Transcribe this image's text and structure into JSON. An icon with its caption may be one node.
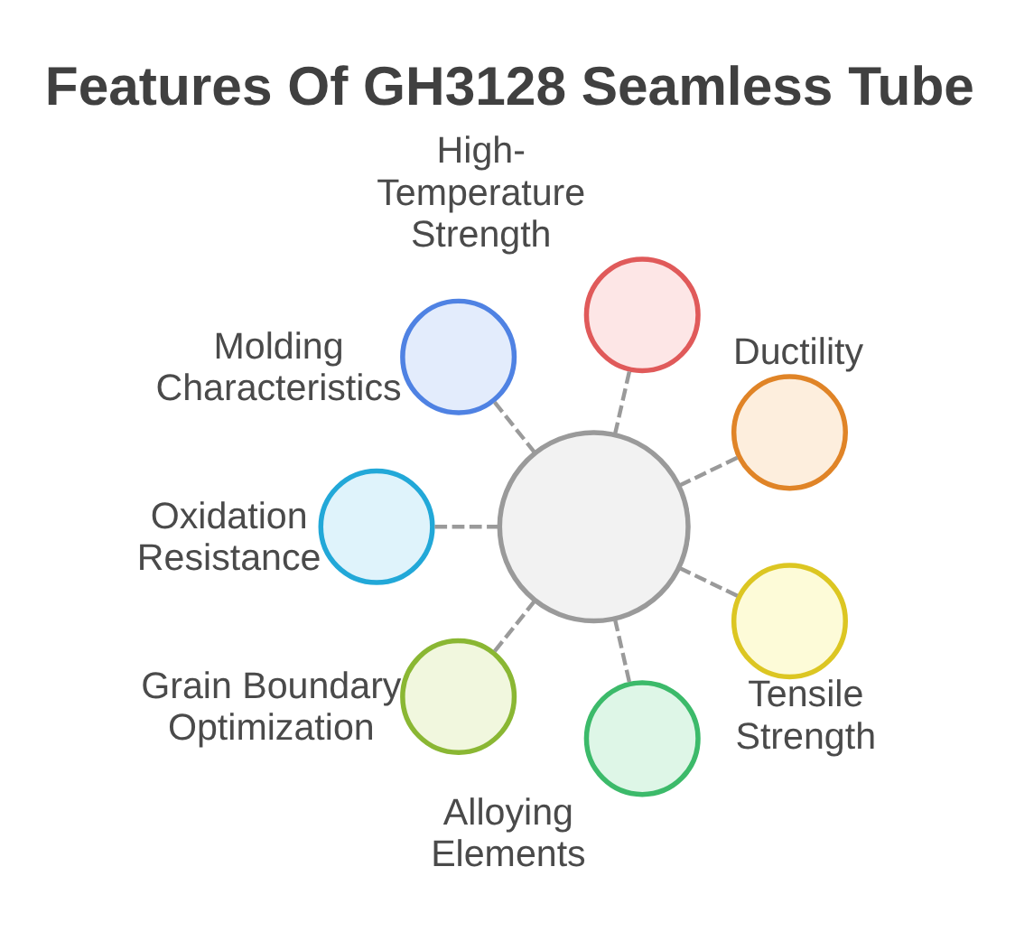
{
  "diagram": {
    "title": "Features Of GH3128 Seamless Tube",
    "nodes": [
      {
        "text": [],
        "shape": "circle"
      },
      {
        "text": [],
        "shape": "circle",
        "beside": [
          "Molding Characteristics"
        ]
      },
      {
        "text": [],
        "shape": "circle",
        "beside": [
          "High-Temperature Strength"
        ]
      },
      {
        "text": [],
        "shape": "circle",
        "beside": [
          "Ductility"
        ]
      },
      {
        "text": [],
        "shape": "circle",
        "beside": [
          "Tensile Strength"
        ]
      },
      {
        "text": [],
        "shape": "circle",
        "beside": [
          "Alloying Elements"
        ]
      },
      {
        "text": [],
        "shape": "circle",
        "beside": [
          "Grain Boundary Optimization"
        ]
      },
      {
        "text": [],
        "shape": "circle",
        "beside": [
          "Oxidation Resistance"
        ]
      }
    ],
    "edges": [
      {
        "from": 0,
        "to": 1,
        "arrow": "none",
        "style": "dashed"
      },
      {
        "from": 0,
        "to": 2,
        "arrow": "none",
        "style": "dashed"
      },
      {
        "from": 0,
        "to": 3,
        "arrow": "none",
        "style": "dashed"
      },
      {
        "from": 0,
        "to": 4,
        "arrow": "none",
        "style": "dashed"
      },
      {
        "from": 0,
        "to": 5,
        "arrow": "none",
        "style": "dashed"
      },
      {
        "from": 0,
        "to": 6,
        "arrow": "none",
        "style": "dashed"
      },
      {
        "from": 0,
        "to": 7,
        "arrow": "none",
        "style": "dashed"
      }
    ]
  }
}
